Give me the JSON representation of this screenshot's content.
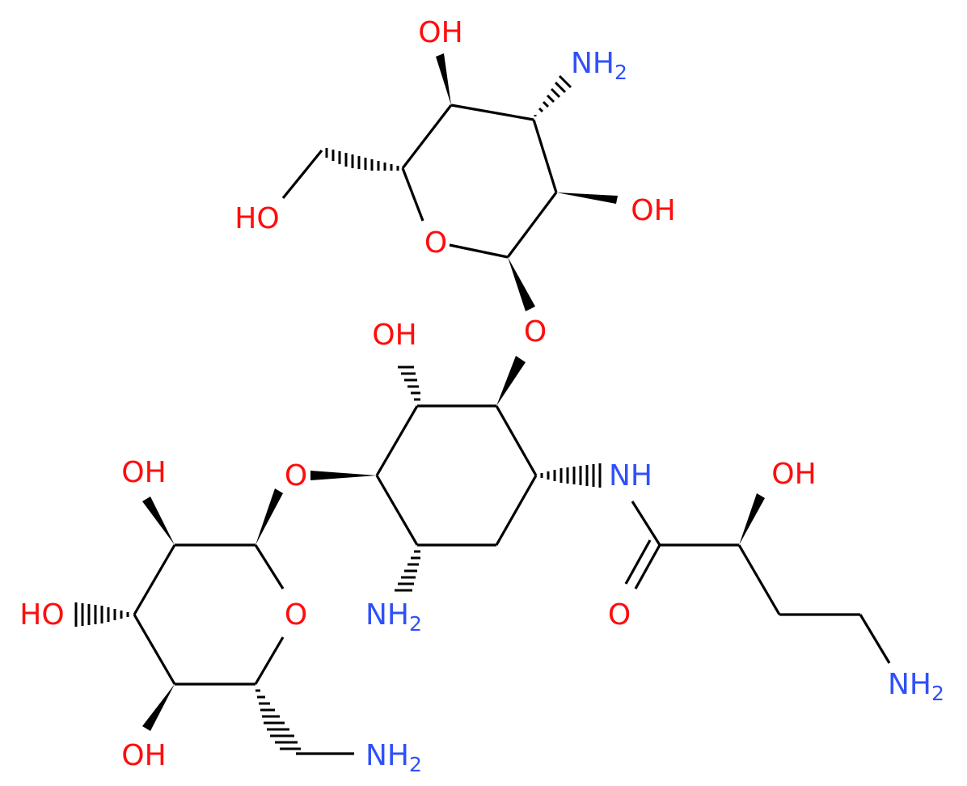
{
  "colors": {
    "oxygen": "#ff0d0d",
    "nitrogen": "#3050f8",
    "carbon_bond": "#000000",
    "background": "#ffffff"
  },
  "atoms": {
    "ring_top_oh_top": "OH",
    "ring_top_nh2": {
      "main": "NH",
      "sub": "2"
    },
    "ring_top_oh_right": "OH",
    "ring_top_ho_left": "HO",
    "ring_top_o": "O",
    "link_o_top": "O",
    "center_oh": "OH",
    "center_nh": "NH",
    "center_nh2": {
      "main": "NH",
      "sub": "2"
    },
    "link_o_left": "O",
    "side_oh": "OH",
    "side_o": "O",
    "side_nh2": {
      "main": "NH",
      "sub": "2"
    },
    "ring_bot_oh_top": "OH",
    "ring_bot_ho_mid": "HO",
    "ring_bot_o": "O",
    "ring_bot_oh_bottom": "OH",
    "ring_bot_nh2": {
      "main": "NH",
      "sub": "2"
    }
  }
}
